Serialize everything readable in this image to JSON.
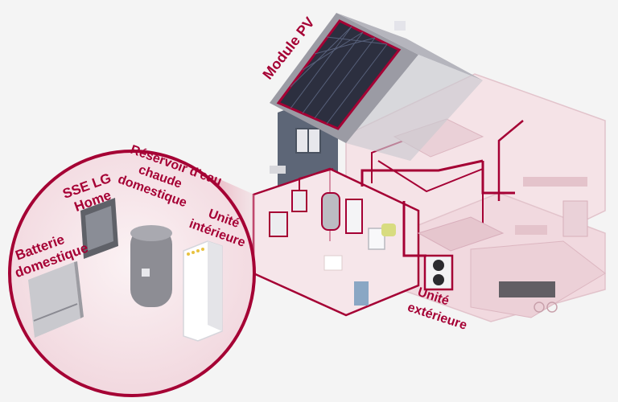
{
  "labels": {
    "pv_module": "Module PV",
    "home_battery": [
      "Batterie",
      "domestique"
    ],
    "ess_home": [
      "SSE LG",
      "Home"
    ],
    "hot_water_tank": [
      "Réservoir d'eau",
      "chaude",
      "domestique"
    ],
    "indoor_unit": [
      "Unité",
      "intérieure"
    ],
    "outdoor_unit": [
      "Unité",
      "extérieure"
    ]
  },
  "colors": {
    "accent": "#a50034",
    "house_pale": "#f3dfe3",
    "roof": "#9a9aa3",
    "panel": "#2c2f3f",
    "background": "#f4f4f4"
  }
}
